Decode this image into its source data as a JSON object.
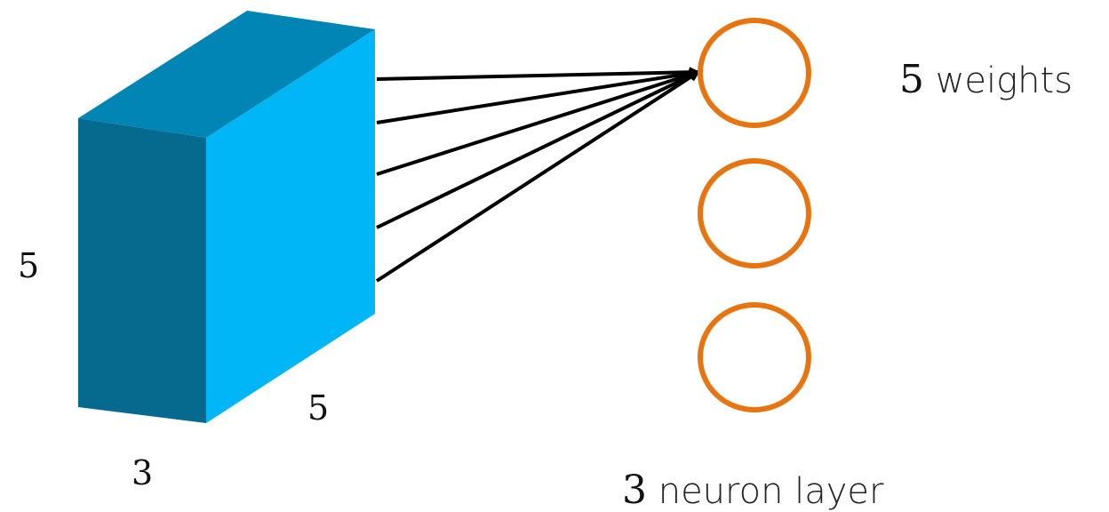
{
  "tensor": {
    "height_label": "5",
    "width_label": "3",
    "depth_label": "5",
    "colors": {
      "front": "#066A8E",
      "top": "#0085B5",
      "side": "#00B6F6"
    }
  },
  "connections": {
    "count": 5,
    "color": "#000000"
  },
  "neurons": {
    "count": 3,
    "color": "#E87410"
  },
  "annotations": {
    "weights_number": "5",
    "weights_text": " weights",
    "layer_number": "3",
    "layer_text": " neuron layer"
  }
}
